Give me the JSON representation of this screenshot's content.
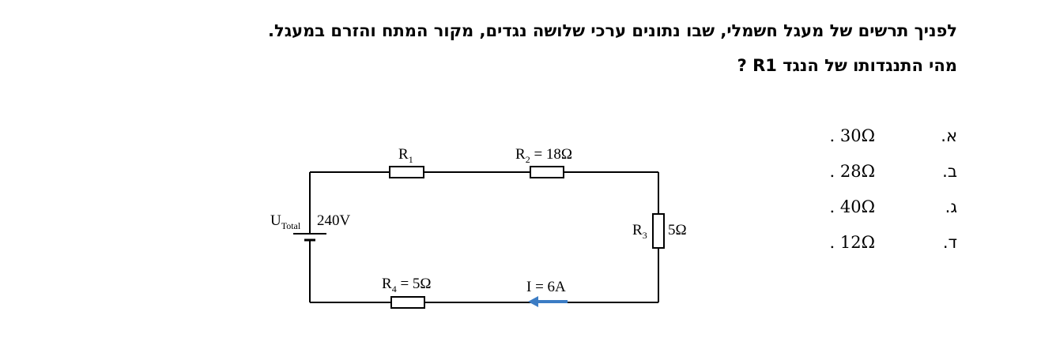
{
  "question": {
    "line1": "לפניך תרשים של מעגל חשמלי, שבו נתונים ערכי שלושה נגדים, מקור המתח והזרם במעגל.",
    "line2": "מהי התנגדותו של הנגד R1 ?"
  },
  "answers": [
    {
      "letter": "א.",
      "value": ". 30Ω"
    },
    {
      "letter": "ב.",
      "value": ". 28Ω"
    },
    {
      "letter": "ג.",
      "value": ". 40Ω"
    },
    {
      "letter": "ד.",
      "value": ". 12Ω"
    }
  ],
  "circuit": {
    "r1_label": {
      "main": "R",
      "sub": "1"
    },
    "r2_label": {
      "main": "R",
      "sub": "2",
      "suffix": " = 18Ω"
    },
    "r3_label": {
      "main": "R",
      "sub": "3"
    },
    "r3_value": "5Ω",
    "r4_label": {
      "main": "R",
      "sub": "4",
      "suffix": " = 5Ω"
    },
    "source_label": {
      "main": "U",
      "sub": "Total"
    },
    "source_value": "240V",
    "current_label": "I = 6A",
    "colors": {
      "wire": "#000000",
      "current_arrow": "#3b7cc4"
    }
  }
}
